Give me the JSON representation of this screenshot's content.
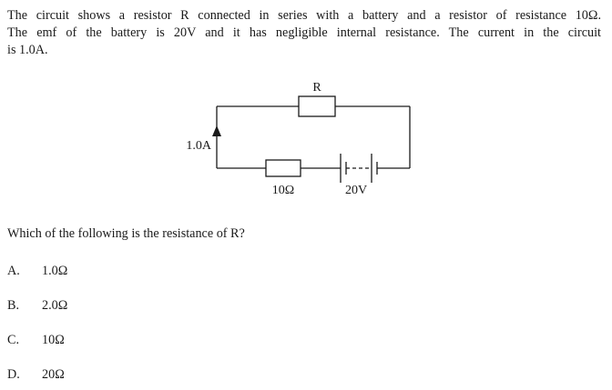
{
  "intro": {
    "lines": [
      "The circuit shows a resistor R connected in series with a battery and a resistor of resistance 10Ω.",
      "The emf of the battery is 20V and it has negligible internal resistance.  The current in the circuit",
      "is 1.0A."
    ]
  },
  "circuit": {
    "resistor_r_label": "R",
    "resistor_fixed_label": "10Ω",
    "battery_label": "20V",
    "current_label": "1.0A",
    "current_direction": "up"
  },
  "question": "Which of the following is the resistance of R?",
  "options": [
    {
      "letter": "A.",
      "value": "1.0Ω"
    },
    {
      "letter": "B.",
      "value": "2.0Ω"
    },
    {
      "letter": "C.",
      "value": "10Ω"
    },
    {
      "letter": "D.",
      "value": "20Ω"
    }
  ]
}
